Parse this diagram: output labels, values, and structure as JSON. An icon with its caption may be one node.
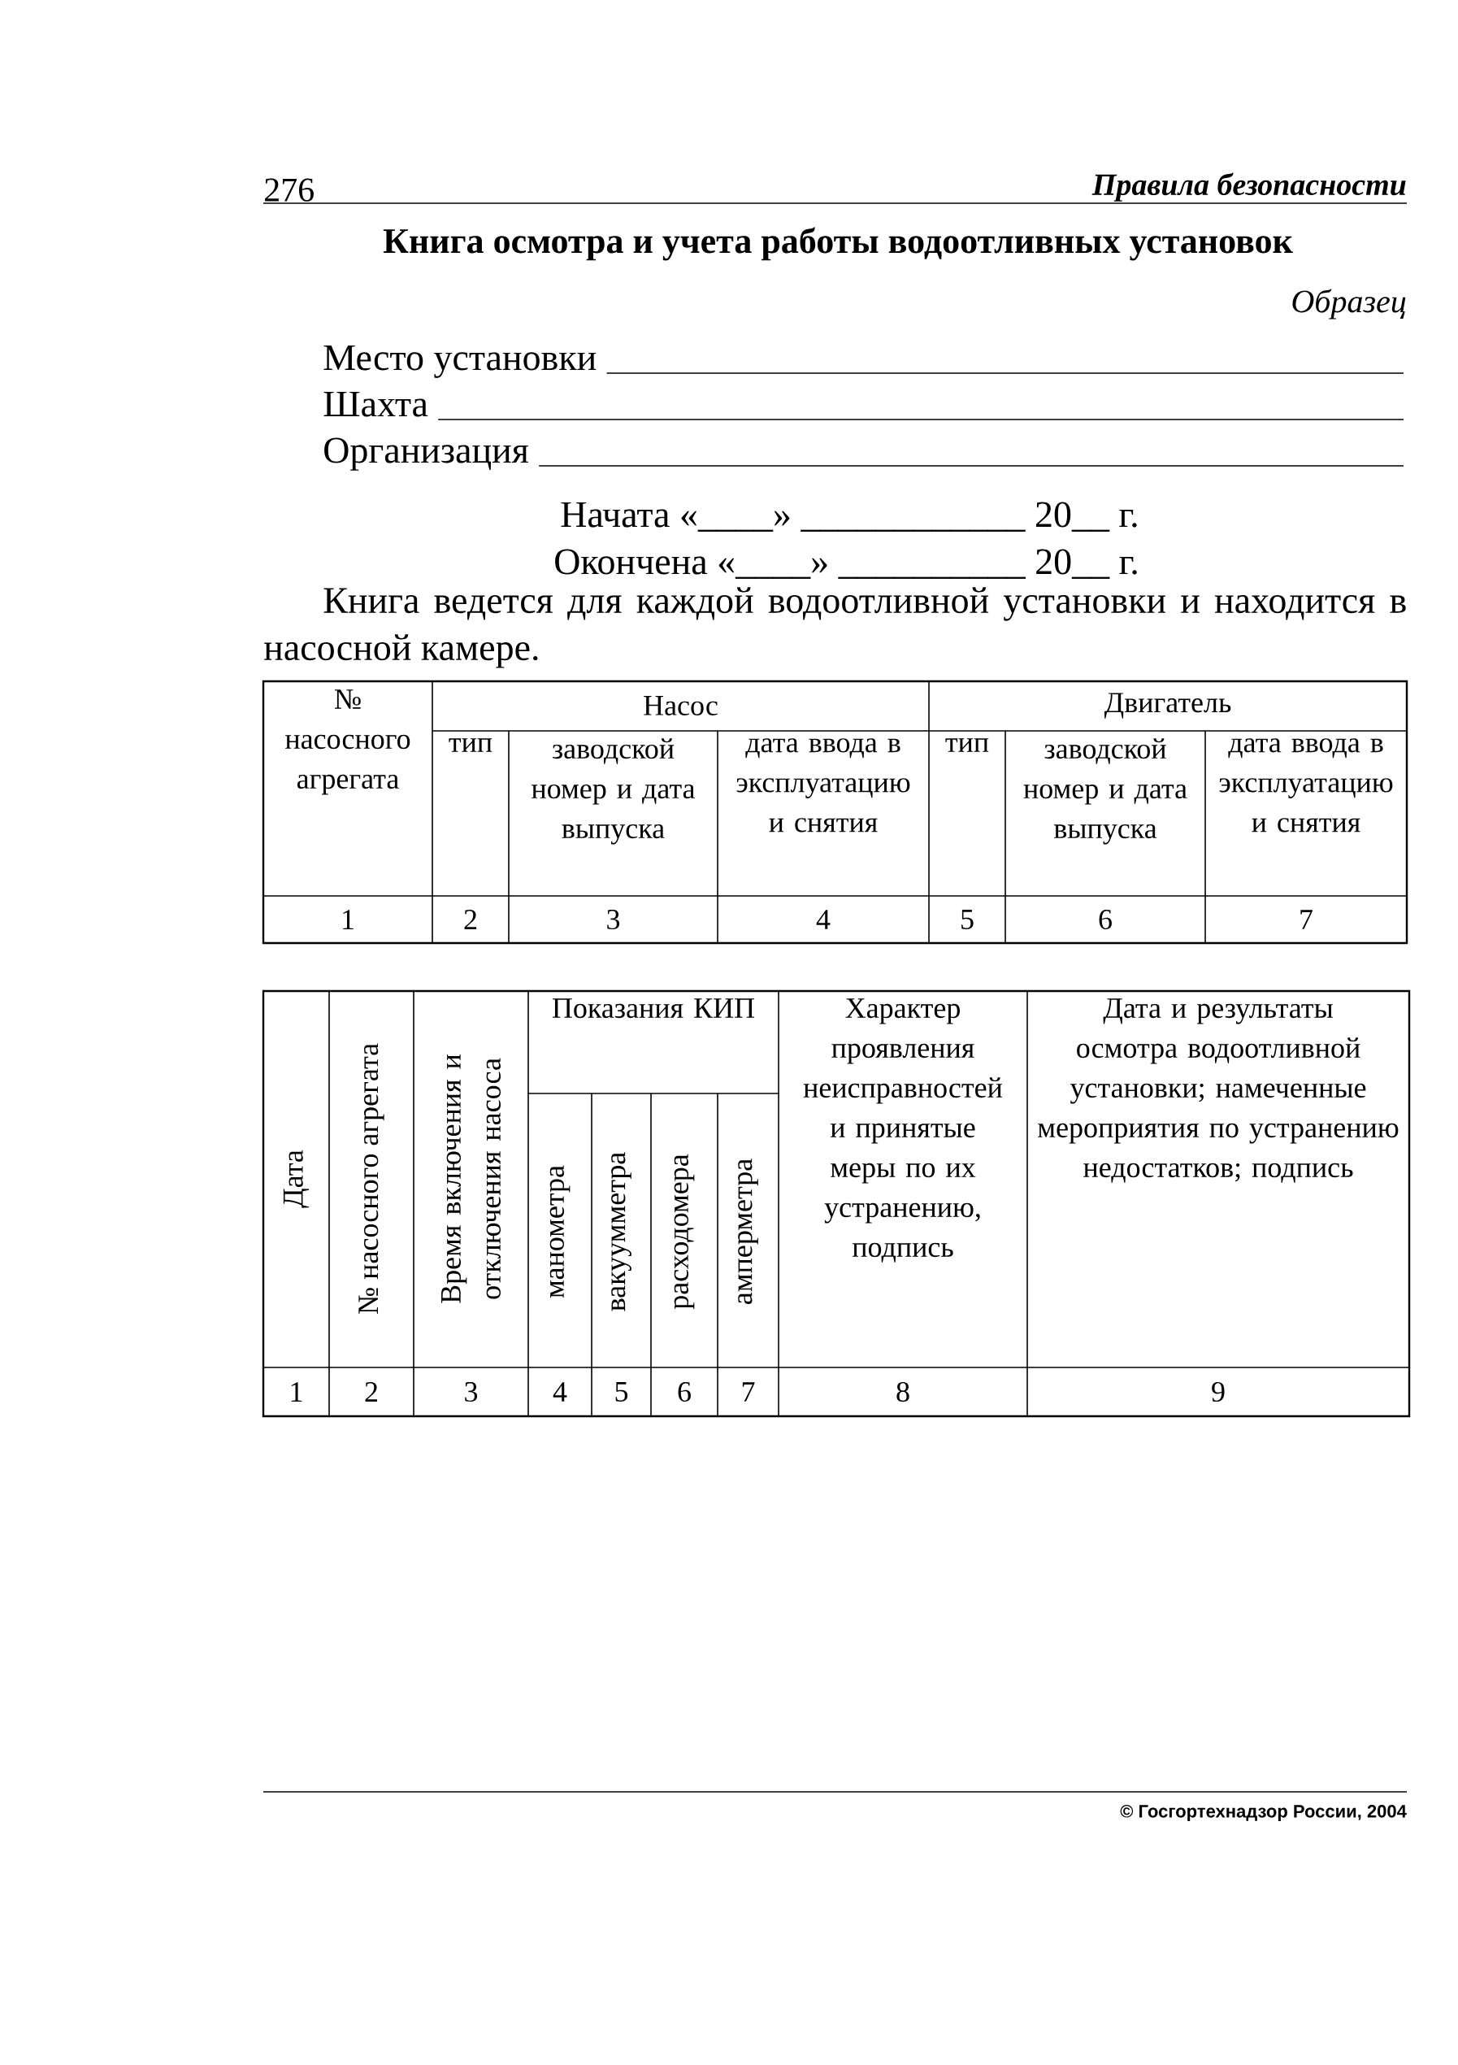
{
  "diagram": {
    "title": "Книга осмотра и учета работы водоотливных установок",
    "labels": [
      "276",
      "Правила безопасности",
      "Образец",
      "Место установки",
      "Шахта",
      "Организация",
      "Начата «____» ____________ 20__ г.",
      "Окончена «____» __________ 20__ г.",
      "Книга ведется для каждой водоотливной установки и находится в насосной камере.",
      "№ насосного агрегата",
      "Насос",
      "Двигатель",
      "тип",
      "заводской номер и дата выпуска",
      "дата ввода в эксплуатацию и снятия",
      "тип",
      "заводской номер и дата выпуска",
      "дата ввода в эксплуатацию и снятия",
      "1",
      "2",
      "3",
      "4",
      "5",
      "6",
      "7",
      "Дата",
      "№ насосного агрегата",
      "Время включения и отключения насоса",
      "Показания КИП",
      "Характер проявления неисправностей и принятые меры по их устранению, подпись",
      "Дата и результаты осмотра водоотливной установки; намеченные мероприятия по устранению недостатков; подпись",
      "манометра",
      "вакуумметра",
      "расходомера",
      "амперметра",
      "1",
      "2",
      "3",
      "4",
      "5",
      "6",
      "7",
      "8",
      "9",
      "© Госгортехнадзор России, 2004"
    ]
  }
}
